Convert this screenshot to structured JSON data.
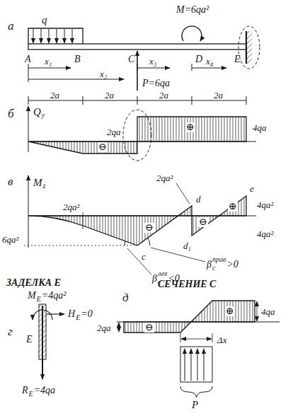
{
  "diagram": {
    "labels": [
      "а",
      "q",
      "M=6qa²",
      "A",
      "B",
      "C",
      "D",
      "E",
      "x₁",
      "x₂",
      "x₃",
      "x₄",
      "P=6qa",
      "2a",
      "2a",
      "2a",
      "2a",
      "б",
      "Q",
      "y",
      "2qa",
      "⊖",
      "⊕",
      "4qa",
      "в",
      "M",
      "z",
      "2qa²",
      "6qa²",
      "2qa²",
      "d",
      "e",
      "4qa²",
      "4qa²",
      "⊖",
      "⊖",
      "⊕",
      "c",
      "d₁",
      "β",
      "c",
      "прав",
      ">0",
      "β",
      "c",
      "лев",
      "<0",
      "ЗАДЕЛКА E",
      "г",
      "M",
      "E",
      "=4qa²",
      "H",
      "E",
      "=0",
      "E",
      "R",
      "E",
      "=4qa",
      "д",
      "СЕЧЕНИЕ C",
      "2qa",
      "4qa",
      "⊖",
      "⊕",
      "Δx",
      "P"
    ]
  }
}
